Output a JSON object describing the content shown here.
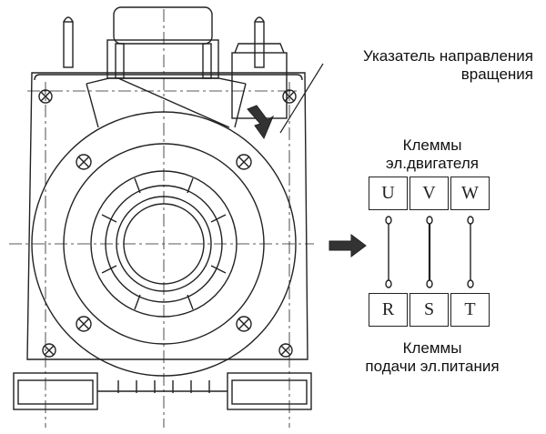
{
  "labels": {
    "rotation_indicator": [
      "Указатель направления",
      "вращения"
    ],
    "motor_terminals": [
      "Клеммы",
      "эл.двигателя"
    ],
    "supply_terminals": [
      "Клеммы",
      "подачи эл.питания"
    ]
  },
  "motor_terminal_letters": [
    "U",
    "V",
    "W"
  ],
  "supply_terminal_letters": [
    "R",
    "S",
    "T"
  ],
  "icons": {
    "direction_arrow": "arrow-right-icon",
    "rotation_pointer": "arrow-down-left-icon"
  },
  "colors": {
    "line": "#222222",
    "background": "#ffffff"
  }
}
